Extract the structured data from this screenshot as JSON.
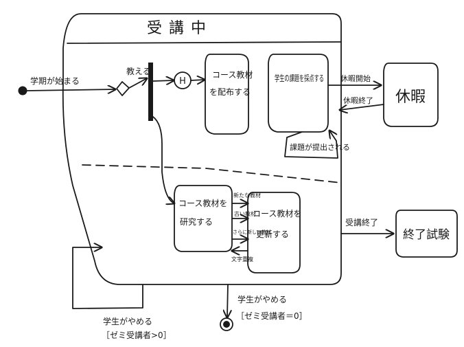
{
  "superstate": {
    "title": "受講中"
  },
  "states": {
    "distribute": "コース教材を配布する",
    "grade": "学生の課題を採点する",
    "research": "コース教材を研究する",
    "update": "コース教材を更新する",
    "vacation": "休暇",
    "final_exam": "終了試験"
  },
  "pseudostates": {
    "history": "H"
  },
  "labels": {
    "start": "学期が始まる",
    "teach": "教える",
    "holiday_start": "休暇開始",
    "holiday_end": "休暇終了",
    "assignment_submitted": "課題が提出される",
    "course_end": "受講終了",
    "new_material": "新たな教材",
    "old_material": "古い教材",
    "more_material": "さらに新しい教材",
    "overlap": "文字重複",
    "student_quits_1": "学生がやめる",
    "guard_1": "［ゼミ受講者>0］",
    "student_quits_2": "学生がやめる",
    "guard_2": "［ゼミ受講者＝0］"
  }
}
